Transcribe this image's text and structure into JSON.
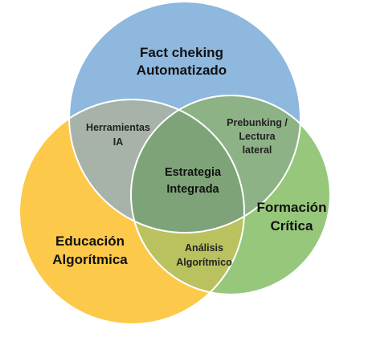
{
  "colors": {
    "blue_circle": "#8fb8df",
    "yellow_circle": "#fdc94a",
    "green_circle": "#96c77a",
    "center_overlap": "#7ea379",
    "outline": "#ffffff"
  },
  "diagram": {
    "circles": {
      "blue": {
        "line1": "Fact cheking",
        "line2": "Automatizado"
      },
      "yellow": {
        "line1": "Educación",
        "line2": "Algorítmica"
      },
      "green": {
        "line1": "Formación",
        "line2": "Crítica"
      }
    },
    "overlaps": {
      "blue_yellow": {
        "line1": "Herramientas",
        "line2": "IA"
      },
      "blue_green": {
        "line1": "Prebunking /",
        "line2": "Lectura",
        "line3": "lateral"
      },
      "yellow_green": {
        "line1": "Análisis",
        "line2": "Algorítmico"
      },
      "center": {
        "line1": "Estrategia",
        "line2": "Integrada"
      }
    }
  }
}
